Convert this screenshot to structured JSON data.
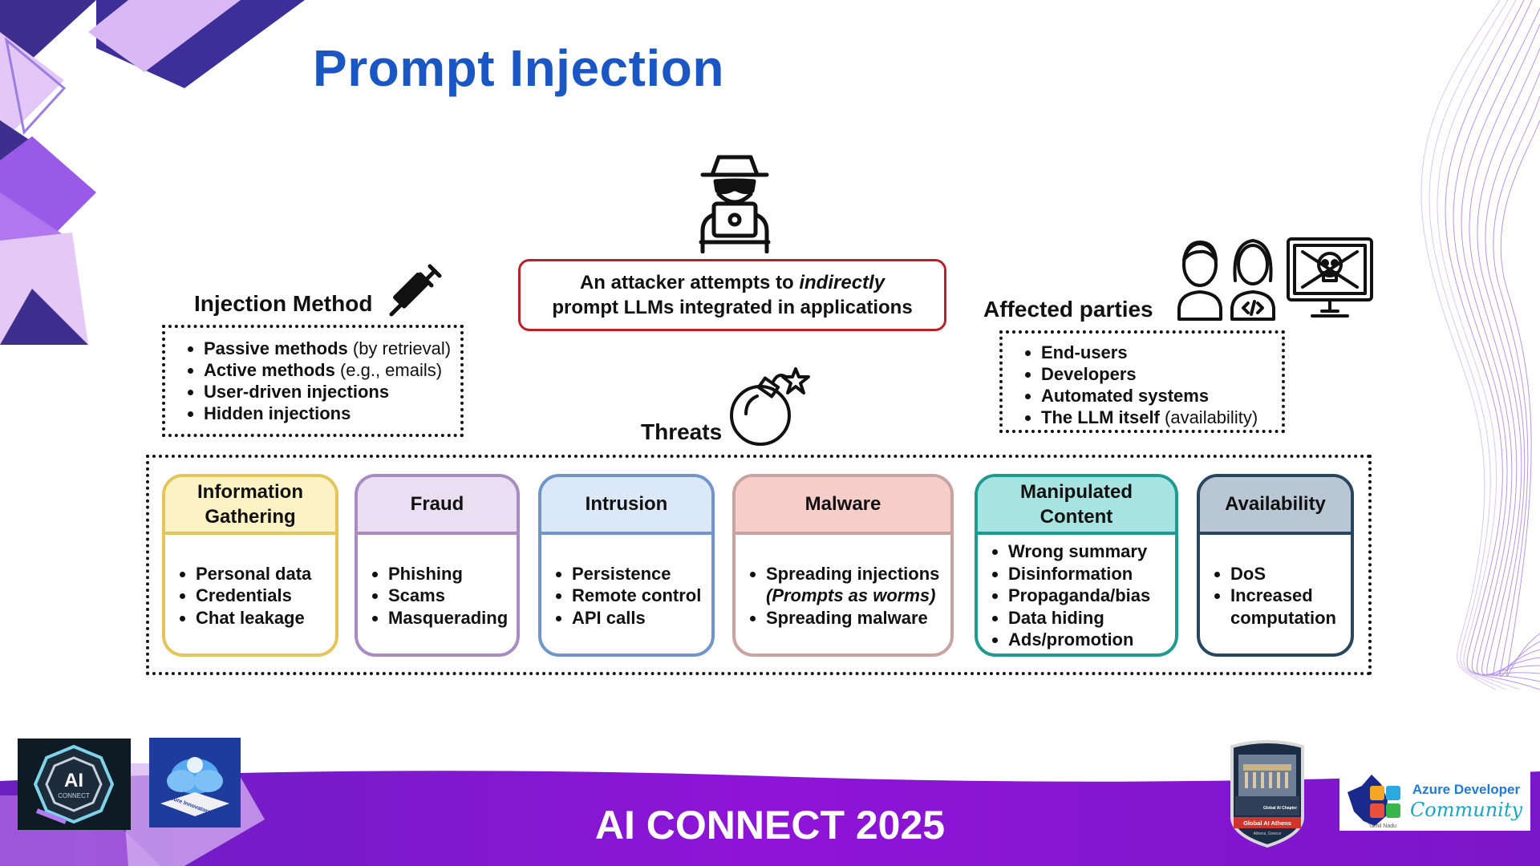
{
  "title": "Prompt Injection",
  "attacker": {
    "line1_before": "An attacker attempts to ",
    "line1_emphasis": "indirectly",
    "line2": "prompt LLMs integrated in applications"
  },
  "injection_method": {
    "heading": "Injection Method",
    "items": [
      {
        "strong": "Passive methods",
        "light": " (by retrieval)"
      },
      {
        "strong": "Active methods",
        "light": " (e.g., emails)"
      },
      {
        "strong": "User-driven injections",
        "light": ""
      },
      {
        "strong": "Hidden injections",
        "light": ""
      }
    ]
  },
  "affected_parties": {
    "heading": "Affected parties",
    "items": [
      {
        "strong": "End-users",
        "light": ""
      },
      {
        "strong": "Developers",
        "light": ""
      },
      {
        "strong": "Automated systems",
        "light": ""
      },
      {
        "strong": "The LLM itself",
        "light": " (availability)"
      }
    ]
  },
  "threats": {
    "heading": "Threats",
    "cards": [
      {
        "title": "Information\nGathering",
        "items": [
          "Personal data",
          "Credentials",
          "Chat leakage"
        ],
        "border": "#e5c45a",
        "head_bg": "#fdf2c4"
      },
      {
        "title": "Fraud",
        "items": [
          "Phishing",
          "Scams",
          "Masquerading"
        ],
        "border": "#a98bc2",
        "head_bg": "#e9def2"
      },
      {
        "title": "Intrusion",
        "items": [
          "Persistence",
          "Remote control",
          "API calls"
        ],
        "border": "#6f95cb",
        "head_bg": "#dbe8f8"
      },
      {
        "title": "Malware",
        "items": [
          "Spreading injections",
          "(Prompts as worms)",
          "Spreading malware"
        ],
        "border": "#c9a3a0",
        "head_bg": "#f7cdca"
      },
      {
        "title": "Manipulated\nContent",
        "items": [
          "Wrong summary",
          "Disinformation",
          "Propaganda/bias",
          "Data hiding",
          "Ads/promotion"
        ],
        "border": "#1f9a92",
        "head_bg": "#a7e3e0"
      },
      {
        "title": "Availability",
        "items": [
          "DoS",
          "Increased computation"
        ],
        "border": "#274760",
        "head_bg": "#b9c6d3"
      }
    ]
  },
  "footer": {
    "text": "AI CONNECT 2025",
    "logo_ai_text": "AI",
    "logo_ai_sub": "CONNECT",
    "logo_hub_text": "Azure Innovators Hub",
    "logo_athens_line1": "Global AI Chapter",
    "logo_athens_line2": "Global AI Athens",
    "logo_athens_line3": "Athens, Greece",
    "logo_adc_line1": "Azure Developer",
    "logo_adc_line2": "Community",
    "logo_adc_region": "Tamil Nadu"
  },
  "colors": {
    "title": "#1a56c4",
    "attacker_border": "#b8202a",
    "footer_purple": "#8b17d2"
  }
}
